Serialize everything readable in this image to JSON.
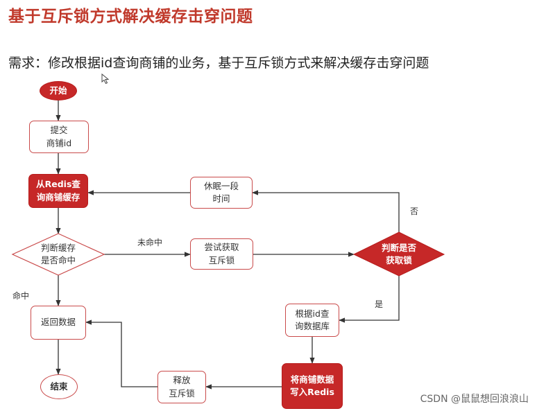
{
  "title": "基于互斥锁方式解决缓存击穿问题",
  "requirement": "需求：修改根据id查询商铺的业务，基于互斥锁方式来解决缓存击穿问题",
  "watermark": "CSDN @鼠鼠想回浪浪山",
  "colors": {
    "accent": "#c62828",
    "border": "#c94a4a",
    "line": "#333333"
  },
  "nodes": {
    "start": "开始",
    "submit": {
      "l1": "提交",
      "l2": "商铺id"
    },
    "query_redis": {
      "l1": "从Redis查",
      "l2": "询商铺缓存"
    },
    "check_cache": {
      "l1": "判断缓存",
      "l2": "是否命中"
    },
    "try_lock": {
      "l1": "尝试获取",
      "l2": "互斥锁"
    },
    "check_lock": {
      "l1": "判断是否",
      "l2": "获取锁"
    },
    "sleep": {
      "l1": "休眠一段",
      "l2": "时间"
    },
    "query_db": {
      "l1": "根据id查",
      "l2": "询数据库"
    },
    "write_redis": {
      "l1": "将商铺数据",
      "l2": "写入Redis"
    },
    "release_lock": {
      "l1": "释放",
      "l2": "互斥锁"
    },
    "return_data": "返回数据",
    "end": "结束"
  },
  "edge_labels": {
    "miss": "未命中",
    "hit": "命中",
    "no": "否",
    "yes": "是"
  }
}
